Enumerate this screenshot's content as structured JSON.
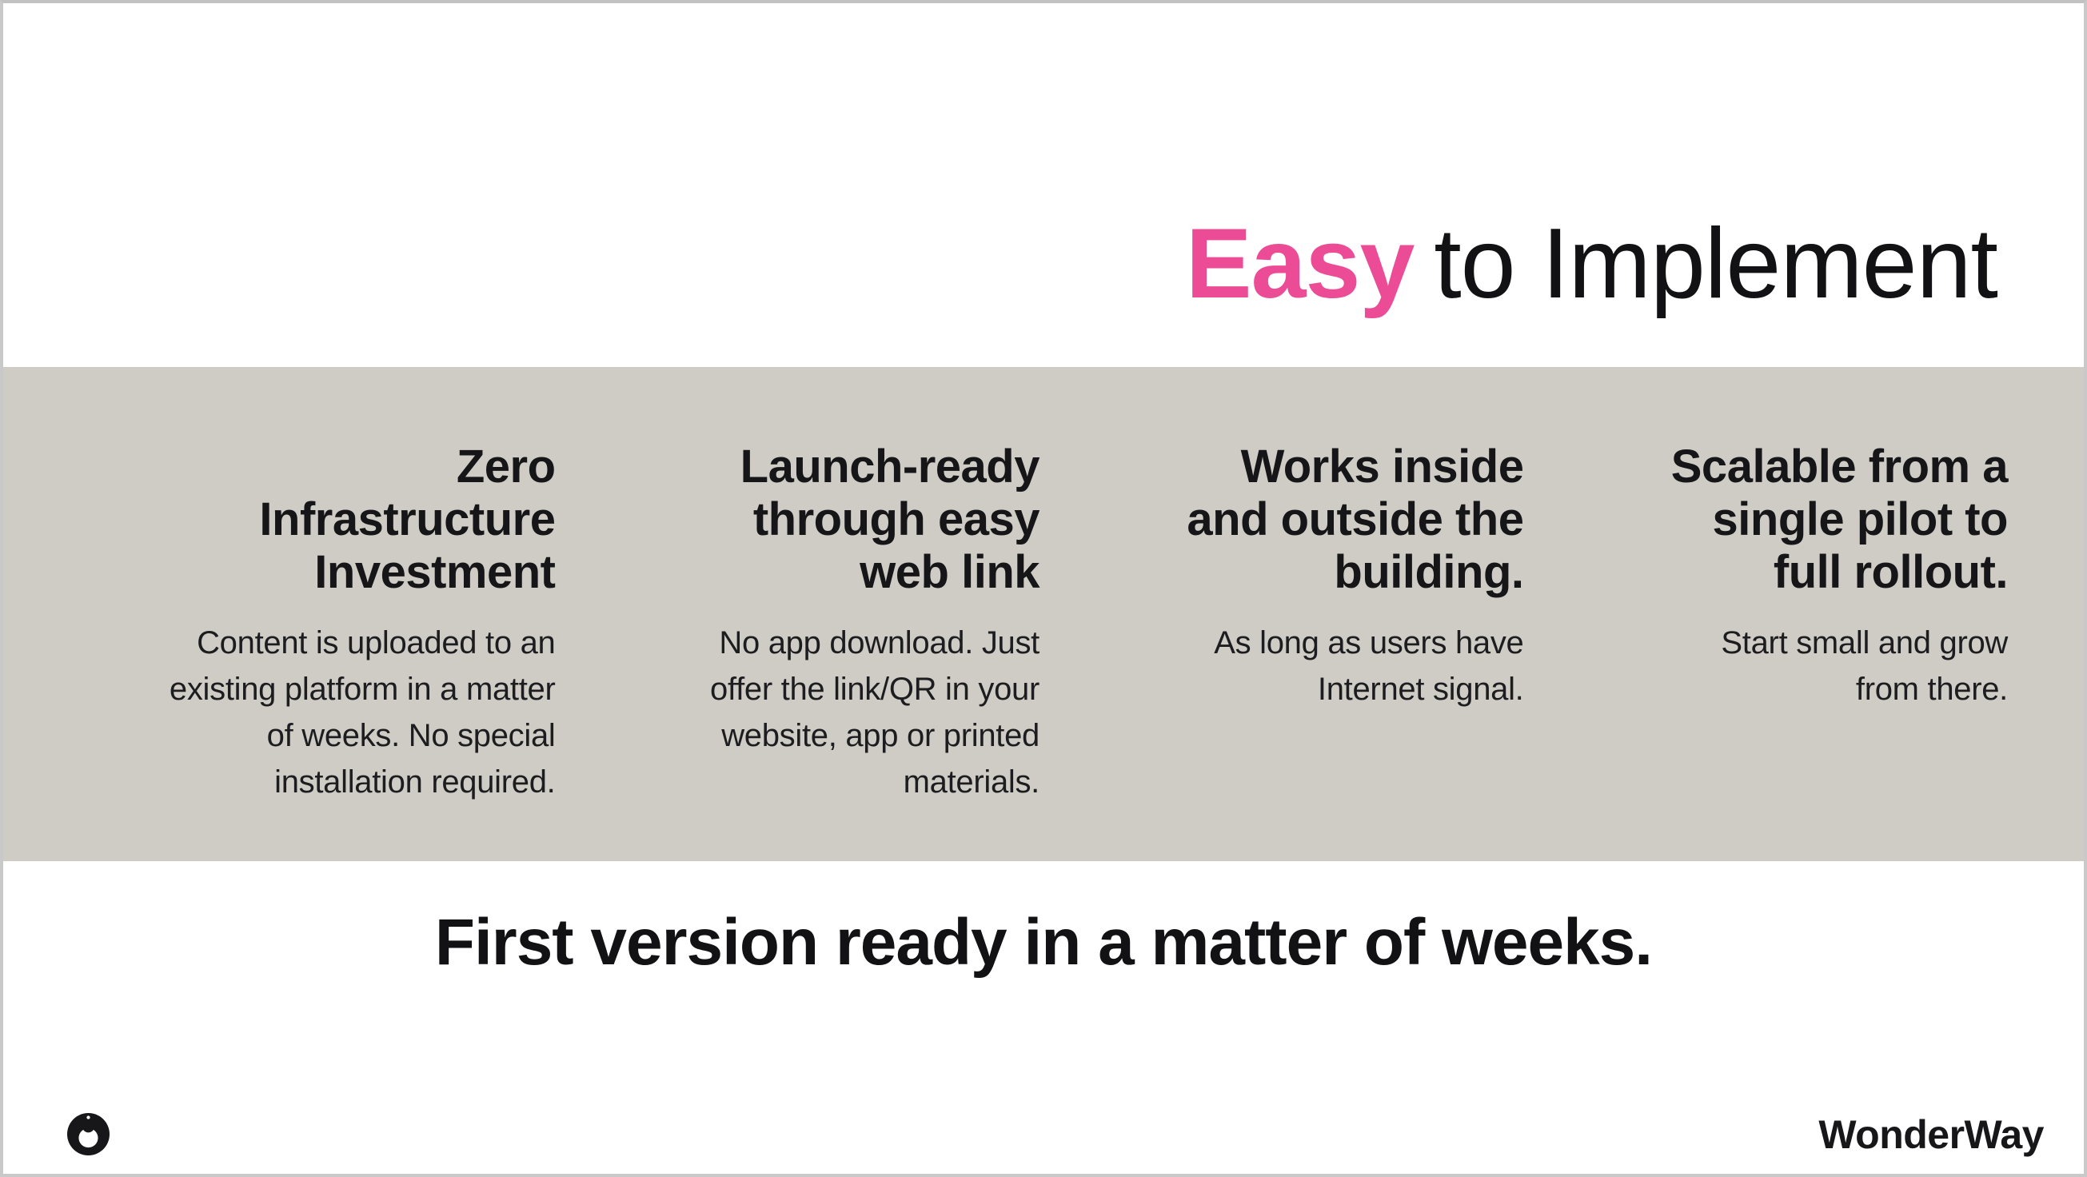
{
  "slide": {
    "title": {
      "highlight": "Easy",
      "rest": "to Implement"
    },
    "features": [
      {
        "heading_lines": [
          "Zero",
          "Infrastructure",
          "Investment"
        ],
        "body_lines": [
          "Content is uploaded to an",
          "existing platform in a matter",
          "of weeks. No special",
          "installation required."
        ]
      },
      {
        "heading_lines": [
          "Launch-ready",
          "through easy",
          "web link"
        ],
        "body_lines": [
          "No app download. Just",
          "offer the link/QR in your",
          "website, app or printed",
          "materials."
        ]
      },
      {
        "heading_lines": [
          "Works inside",
          "and outside the",
          "building."
        ],
        "body_lines": [
          "As long as users have",
          "Internet signal."
        ]
      },
      {
        "heading_lines": [
          "Scalable from a",
          "single pilot to",
          "full rollout."
        ],
        "body_lines": [
          "Start small and grow",
          "from there."
        ]
      }
    ],
    "headline": "First version ready in a matter of weeks.",
    "footer": {
      "brand": "WonderWay",
      "logo_icon": "eye-logo"
    }
  },
  "colors": {
    "accent": "#ec4b96",
    "band": "#cfccc5",
    "ink": "#1a1a1d"
  }
}
